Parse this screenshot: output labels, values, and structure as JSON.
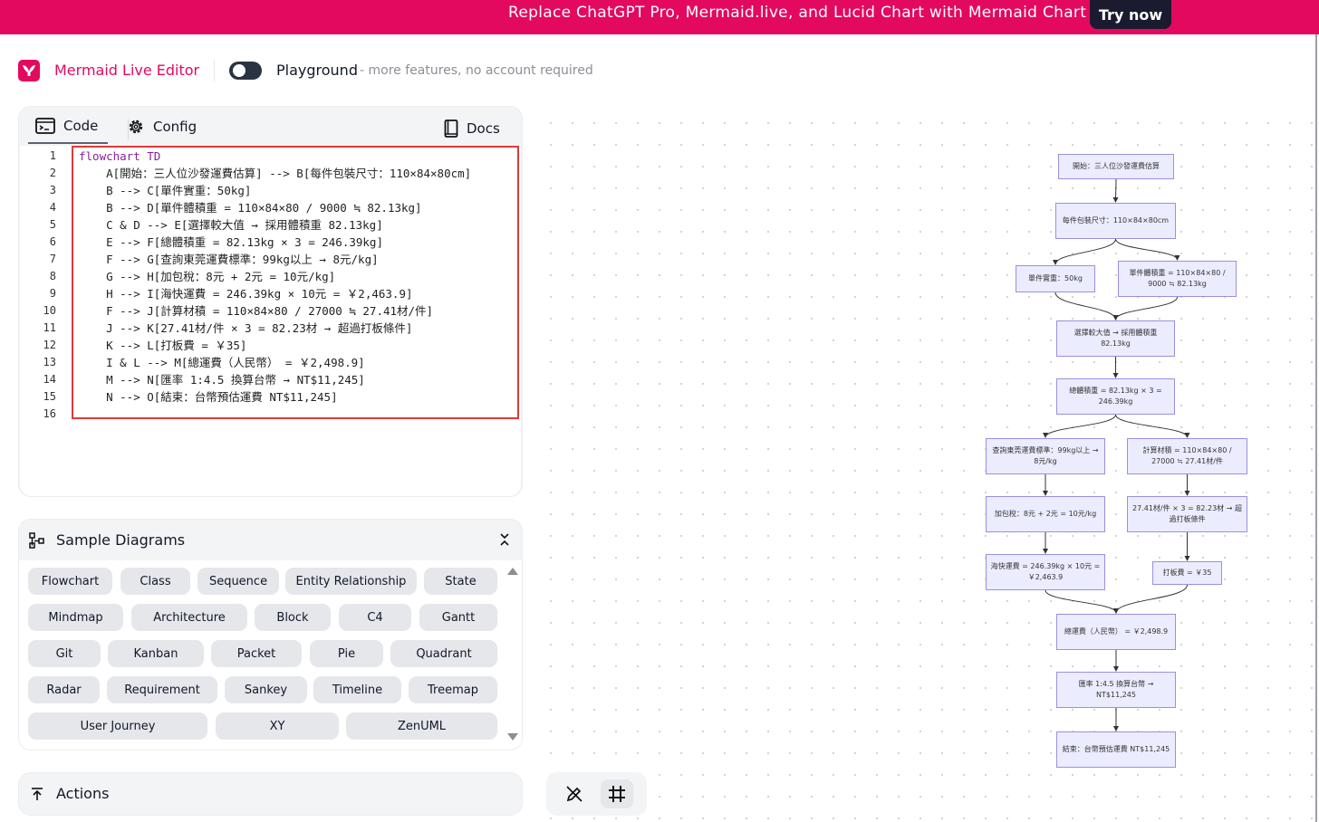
{
  "banner": {
    "text": "Replace ChatGPT Pro, Mermaid.live, and Lucid Chart with Mermaid Chart",
    "cta": "Try now"
  },
  "header": {
    "app_title": "Mermaid Live Editor",
    "playground": "Playground",
    "playground_sub": "- more features, no account required"
  },
  "editor": {
    "tabs": {
      "code": "Code",
      "config": "Config",
      "docs": "Docs"
    },
    "line_numbers": [
      "1",
      "2",
      "3",
      "4",
      "5",
      "6",
      "7",
      "8",
      "9",
      "10",
      "11",
      "12",
      "13",
      "14",
      "15",
      "16"
    ],
    "lines": [
      "flowchart TD",
      "    A[開始：三人位沙發運費估算] --> B[每件包裝尺寸：110×84×80cm]",
      "    B --> C[單件實重：50kg]",
      "    B --> D[單件體積重 = 110×84×80 / 9000 ≒ 82.13kg]",
      "    C & D --> E[選擇較大值 → 採用體積重 82.13kg]",
      "    E --> F[總體積重 = 82.13kg × 3 = 246.39kg]",
      "    F --> G[查詢東莞運費標準：99kg以上 → 8元/kg]",
      "    G --> H[加包稅：8元 + 2元 = 10元/kg]",
      "    H --> I[海快運費 = 246.39kg × 10元 = ￥2,463.9]",
      "    F --> J[計算材積 = 110×84×80 / 27000 ≒ 27.41材/件]",
      "    J --> K[27.41材/件 × 3 = 82.23材 → 超過打板條件]",
      "    K --> L[打板費 = ￥35]",
      "    I & L --> M[總運費（人民幣） = ￥2,498.9]",
      "    M --> N[匯率 1:4.5 換算台幣 → NT$11,245]",
      "    N --> O[結束：台幣預估運費 NT$11,245]",
      ""
    ]
  },
  "samples": {
    "title": "Sample Diagrams",
    "items": [
      "Flowchart",
      "Class",
      "Sequence",
      "Entity Relationship",
      "State",
      "Mindmap",
      "Architecture",
      "Block",
      "C4",
      "Gantt",
      "Git",
      "Kanban",
      "Packet",
      "Pie",
      "Quadrant",
      "Radar",
      "Requirement",
      "Sankey",
      "Timeline",
      "Treemap",
      "User Journey",
      "XY",
      "ZenUML"
    ]
  },
  "actions": {
    "title": "Actions"
  },
  "diagram": {
    "nodes": {
      "A": "開始：三人位沙發運費估算",
      "B": "每件包裝尺寸：110×84×80cm",
      "C": "單件實重：50kg",
      "D": "單件體積重 = 110×84×80 / 9000 ≒ 82.13kg",
      "E": "選擇較大值 → 採用體積重 82.13kg",
      "F": "總體積重 = 82.13kg × 3 = 246.39kg",
      "G": "查詢東莞運費標準：99kg以上 → 8元/kg",
      "H": "加包稅：8元 + 2元 = 10元/kg",
      "I": "海快運費 = 246.39kg × 10元 = ￥2,463.9",
      "J": "計算材積 = 110×84×80 / 27000 ≒ 27.41材/件",
      "K": "27.41材/件 × 3 = 82.23材 → 超過打板條件",
      "L": "打板費 = ￥35",
      "M": "總運費（人民幣） = ￥2,498.9",
      "N": "匯率 1:4.5 換算台幣 → NT$11,245",
      "O": "結束：台幣預估運費 NT$11,245"
    }
  },
  "colors": {
    "brand": "#e3095f",
    "node_fill": "#ececff",
    "node_border": "#9b8fe0",
    "highlight": "#dc3b3b"
  }
}
